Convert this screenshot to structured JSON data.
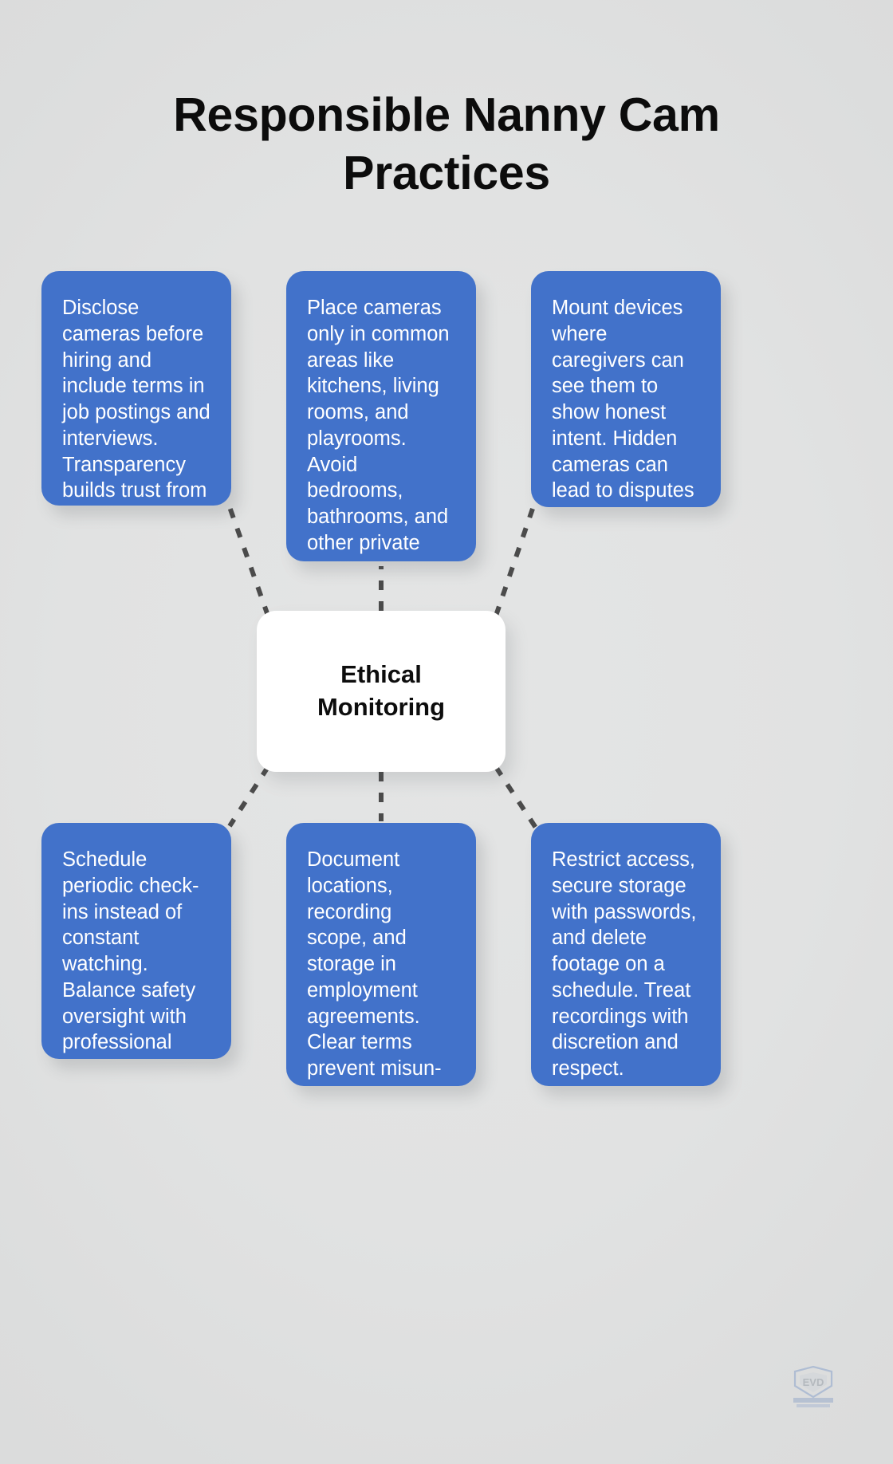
{
  "title": {
    "line1": "Responsible Nanny Cam",
    "line2": "Practices"
  },
  "hub": {
    "line1": "Ethical",
    "line2": "Monitoring"
  },
  "colors": {
    "card_blue": "#4272ca",
    "background": "#e1e2e2",
    "hub_background": "#ffffff",
    "title_text": "#0c0c0c",
    "card_text": "#ffffff",
    "connector_line": "#4b4b4b"
  },
  "cards": [
    {
      "id": "card-1",
      "position": "top-left",
      "text": "Disclose cameras before hiring and include terms in job postings and interviews. Transparency builds trust from day one."
    },
    {
      "id": "card-2",
      "position": "top-center",
      "text": "Place cameras only in common areas like kitchens, living rooms, and playrooms. Avoid bedrooms, bathrooms, and other private spaces."
    },
    {
      "id": "card-3",
      "position": "top-right",
      "text": "Mount devices where caregivers can see them to show honest intent. Hidden cameras can lead to disputes and privacy claims."
    },
    {
      "id": "card-4",
      "position": "bottom-left",
      "text": "Schedule periodic check-ins instead of constant watching. Balance safety oversight with professional autonomy."
    },
    {
      "id": "card-5",
      "position": "bottom-center",
      "text": "Document locations, recording scope, and storage in employment agreements. Clear terms prevent misun-derstandings."
    },
    {
      "id": "card-6",
      "position": "bottom-right",
      "text": "Restrict access, secure storage with passwords, and delete footage on a schedule. Treat recordings with discretion and respect."
    }
  ],
  "watermark": {
    "name": "brand-shield-logo"
  }
}
